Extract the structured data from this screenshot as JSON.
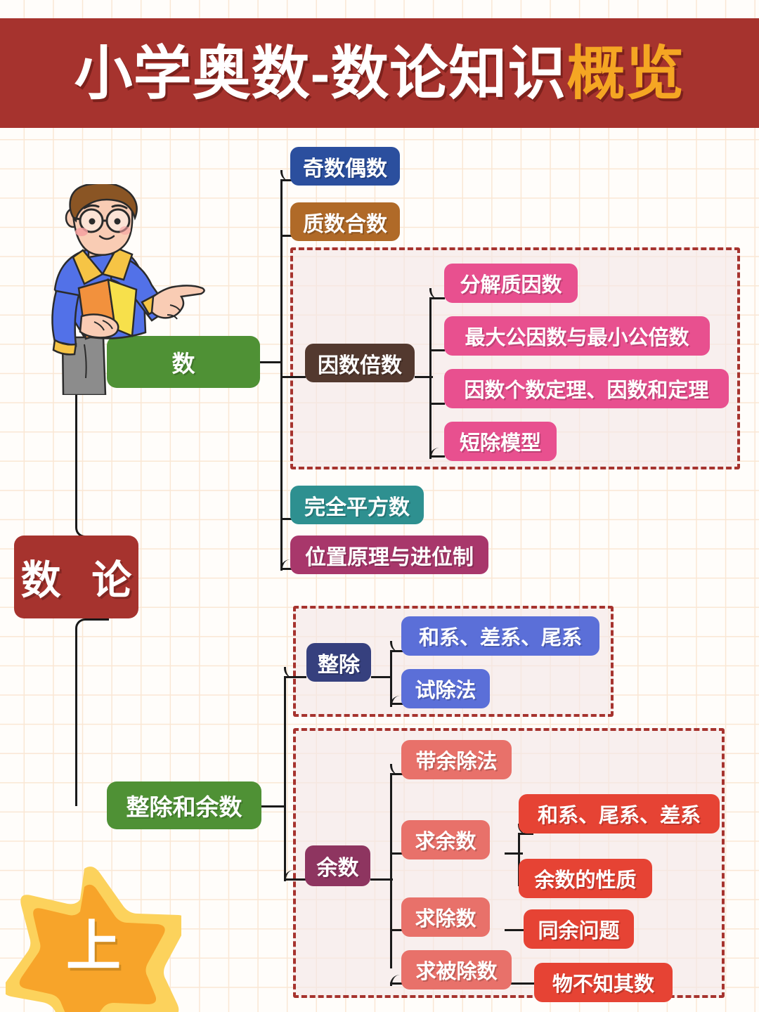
{
  "banner": {
    "title_main": "小学奥数-数论知识",
    "title_accent": "概览"
  },
  "root": {
    "label": "数 论",
    "color": "#a6332e"
  },
  "badge": {
    "label": "上",
    "icon": "star-icon",
    "outer_color": "#fcd25c",
    "inner_color": "#f7a42a"
  },
  "illustration": {
    "icon": "student-pointing-icon",
    "hair_color": "#8a5524",
    "shirt_color": "#5271e8",
    "collar_color": "#f6c445",
    "pants_color": "#8c8c8c",
    "book_front_color": "#f2913d",
    "book_back_color": "#f7e04b",
    "skin_color": "#f9ccb4"
  },
  "branches": [
    {
      "label": "数",
      "color": "#4f9135",
      "children": [
        {
          "label": "奇数偶数",
          "color": "#2b4f9e",
          "children": []
        },
        {
          "label": "质数合数",
          "color": "#b06a28",
          "children": []
        },
        {
          "label": "因数倍数",
          "color": "#53392f",
          "grouped": true,
          "children": [
            {
              "label": "分解质因数",
              "color": "#e8508f"
            },
            {
              "label": "最大公因数与最小公倍数",
              "color": "#e8508f"
            },
            {
              "label": "因数个数定理、因数和定理",
              "color": "#e8508f"
            },
            {
              "label": "短除模型",
              "color": "#e8508f"
            }
          ]
        },
        {
          "label": "完全平方数",
          "color": "#2e9090",
          "children": []
        },
        {
          "label": "位置原理与进位制",
          "color": "#a8376b",
          "children": []
        }
      ]
    },
    {
      "label": "整除和余数",
      "color": "#4f9135",
      "children": [
        {
          "label": "整除",
          "color": "#36407e",
          "grouped": true,
          "children": [
            {
              "label": "和系、差系、尾系",
              "color": "#5b6fd8"
            },
            {
              "label": "试除法",
              "color": "#5b6fd8"
            }
          ]
        },
        {
          "label": "余数",
          "color": "#8e3560",
          "grouped": true,
          "children": [
            {
              "label": "带余除法",
              "color": "#e8716a",
              "children": []
            },
            {
              "label": "求余数",
              "color": "#e8716a",
              "children": [
                {
                  "label": "和系、尾系、差系",
                  "color": "#e64334"
                },
                {
                  "label": "余数的性质",
                  "color": "#e64334"
                }
              ]
            },
            {
              "label": "求除数",
              "color": "#e8716a",
              "children": [
                {
                  "label": "同余问题",
                  "color": "#e64334"
                }
              ]
            },
            {
              "label": "求被除数",
              "color": "#e8716a",
              "children": [
                {
                  "label": "物不知其数",
                  "color": "#e64334"
                }
              ]
            }
          ]
        }
      ]
    }
  ]
}
